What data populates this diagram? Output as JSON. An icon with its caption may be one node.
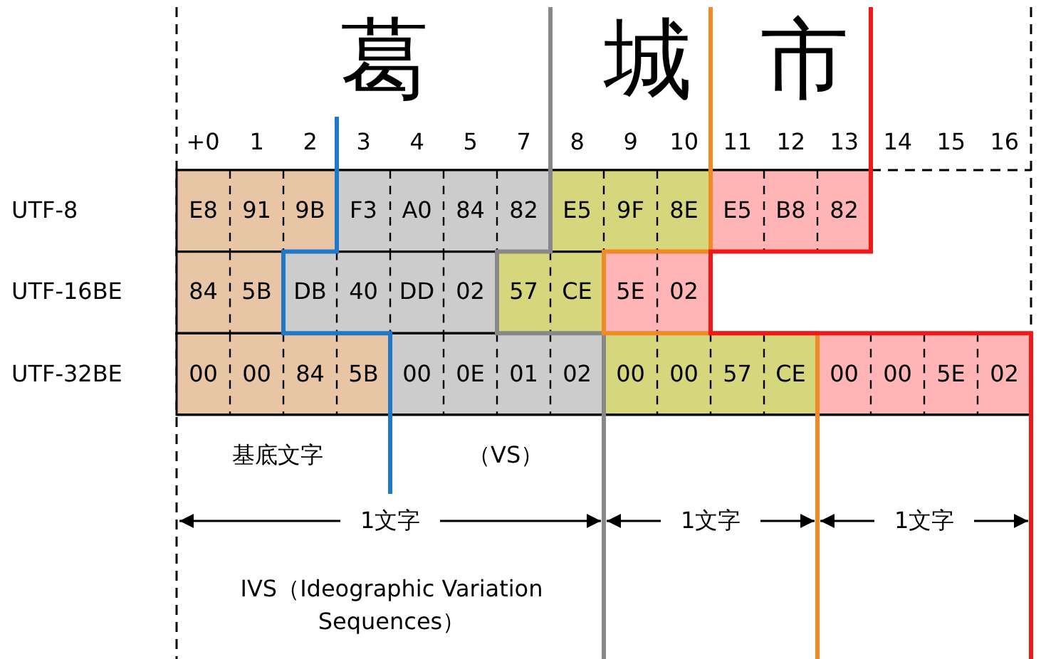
{
  "diagram": {
    "labels": [
      "葛",
      "城",
      "市",
      "+0",
      "1",
      "2",
      "3",
      "4",
      "5",
      "7",
      "8",
      "9",
      "10",
      "11",
      "12",
      "13",
      "14",
      "15",
      "16",
      "UTF-8",
      "E8",
      "91",
      "9B",
      "F3",
      "A0",
      "84",
      "82",
      "E5",
      "9F",
      "8E",
      "E5",
      "B8",
      "82",
      "UTF-16BE",
      "84",
      "5B",
      "DB",
      "40",
      "DD",
      "02",
      "57",
      "CE",
      "5E",
      "02",
      "UTF-32BE",
      "00",
      "00",
      "84",
      "5B",
      "00",
      "0E",
      "01",
      "02",
      "00",
      "00",
      "57",
      "CE",
      "00",
      "00",
      "5E",
      "02",
      "基底文字",
      "（VS）",
      "1文字",
      "1文字",
      "1文字",
      "IVS（Ideographic Variation Sequences）"
    ]
  }
}
